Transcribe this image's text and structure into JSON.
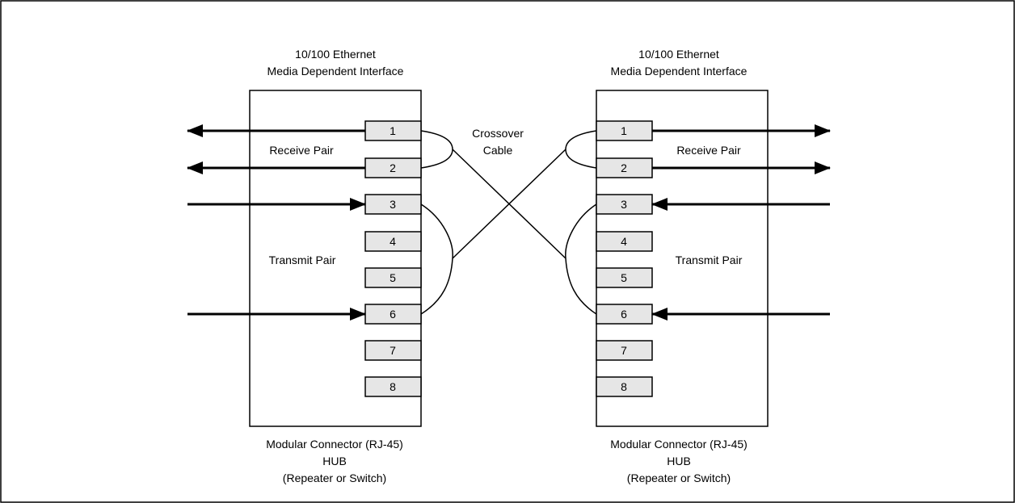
{
  "left": {
    "header_line1": "10/100 Ethernet",
    "header_line2": "Media Dependent Interface",
    "receive_label": "Receive Pair",
    "transmit_label": "Transmit Pair",
    "footer_line1": "Modular Connector (RJ-45)",
    "footer_line2": "HUB",
    "footer_line3": "(Repeater or Switch)",
    "pins": [
      "1",
      "2",
      "3",
      "4",
      "5",
      "6",
      "7",
      "8"
    ]
  },
  "right": {
    "header_line1": "10/100 Ethernet",
    "header_line2": "Media Dependent Interface",
    "receive_label": "Receive Pair",
    "transmit_label": "Transmit Pair",
    "footer_line1": "Modular Connector (RJ-45)",
    "footer_line2": "HUB",
    "footer_line3": "(Repeater or Switch)",
    "pins": [
      "1",
      "2",
      "3",
      "4",
      "5",
      "6",
      "7",
      "8"
    ]
  },
  "cable": {
    "line1": "Crossover",
    "line2": "Cable"
  }
}
